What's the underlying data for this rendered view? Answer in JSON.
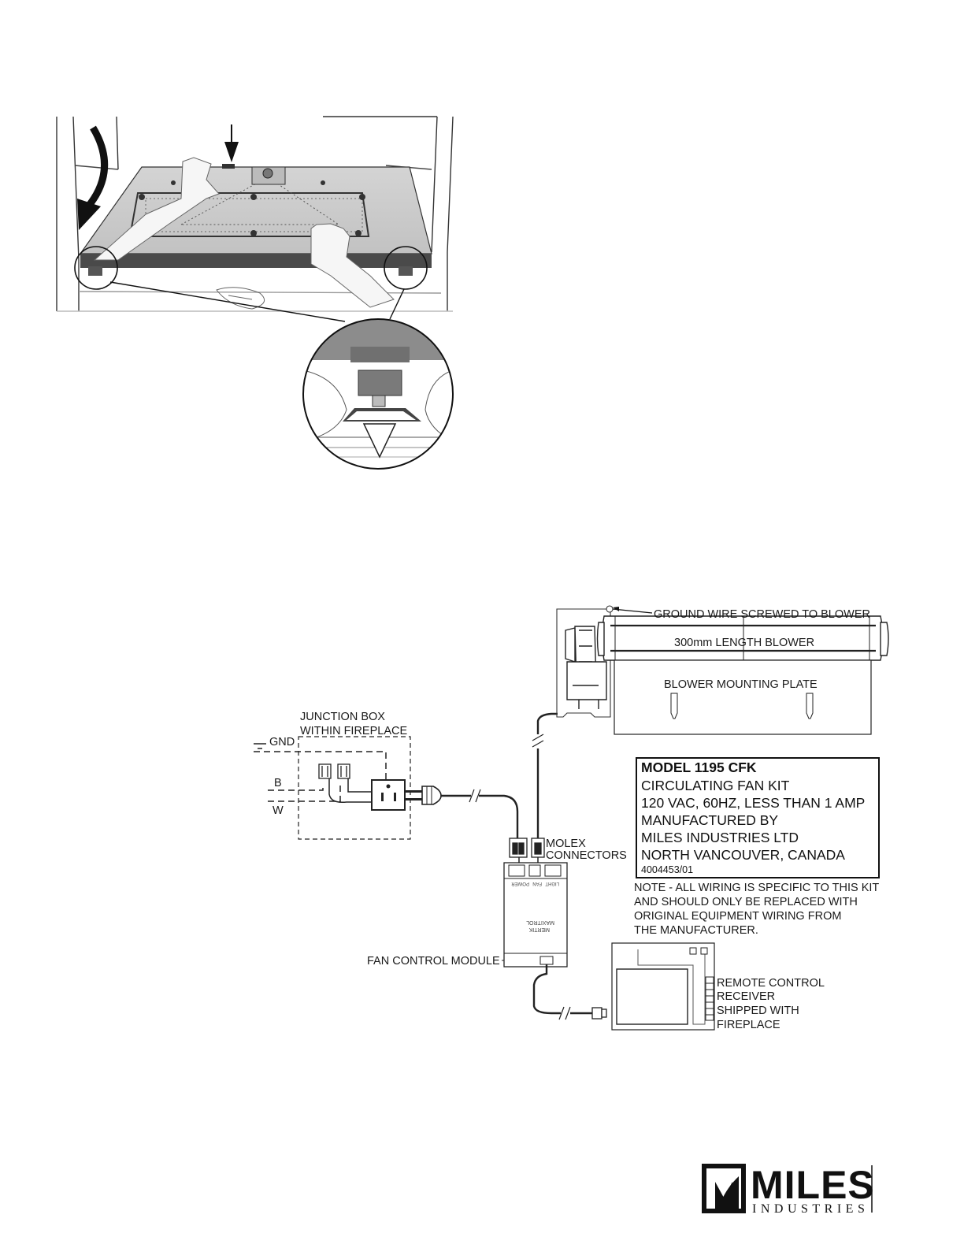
{
  "figure_top": {
    "detail_callout": "zoom detail of leveling foot"
  },
  "wiring": {
    "junction_box_line1": "JUNCTION BOX",
    "junction_box_line2": "WITHIN FIREPLACE",
    "gnd": "GND",
    "b": "B",
    "w": "W",
    "ground_wire": "GROUND WIRE SCREWED TO BLOWER",
    "blower_length": "300mm LENGTH BLOWER",
    "mounting_plate": "BLOWER MOUNTING PLATE",
    "molex_line1": "MOLEX",
    "molex_line2": "CONNECTORS",
    "fan_control_module": "FAN CONTROL MODULE",
    "module_port_light": "LIGHT",
    "module_port_fan": "FAN",
    "module_port_power": "POWER",
    "module_brand1": "MERTIK",
    "module_brand2": "MAXITROL",
    "receiver_line1": "REMOTE CONTROL",
    "receiver_line2": "RECEIVER",
    "receiver_line3": "SHIPPED WITH",
    "receiver_line4": "FIREPLACE"
  },
  "kit_label": {
    "line1": "MODEL 1195 CFK",
    "line2": "CIRCULATING FAN KIT",
    "line3": "120 VAC, 60HZ, LESS THAN 1 AMP",
    "line4": "MANUFACTURED BY",
    "line5": "MILES INDUSTRIES LTD",
    "line6": "NORTH VANCOUVER, CANADA",
    "part_no": "4004453/01"
  },
  "note": {
    "line1": "NOTE - ALL WIRING IS SPECIFIC TO THIS KIT",
    "line2": "AND SHOULD ONLY BE REPLACED WITH",
    "line3": "ORIGINAL EQUIPMENT WIRING FROM",
    "line4": "THE MANUFACTURER."
  },
  "logo": {
    "word": "MILES",
    "sub": "INDUSTRIES"
  }
}
